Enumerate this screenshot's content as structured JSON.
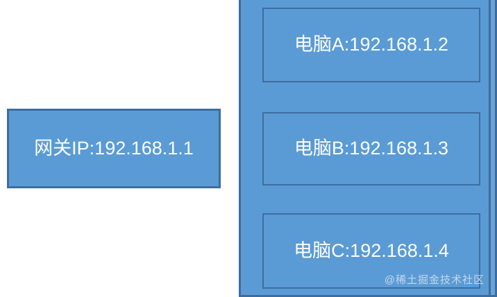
{
  "diagram": {
    "gateway": {
      "label": "网关IP:192.168.1.1"
    },
    "lan_group": {
      "computers": [
        {
          "label": "电脑A:192.168.1.2"
        },
        {
          "label": "电脑B:192.168.1.3"
        },
        {
          "label": "电脑C:192.168.1.4"
        }
      ]
    },
    "watermark": "@稀土掘金技术社区"
  },
  "colors": {
    "fill": "#5b9bd5",
    "fill-light": "#6ba3d8",
    "border": "#3d6d9f",
    "text": "#fcfdfe",
    "watermark": "#e8ecf1"
  }
}
